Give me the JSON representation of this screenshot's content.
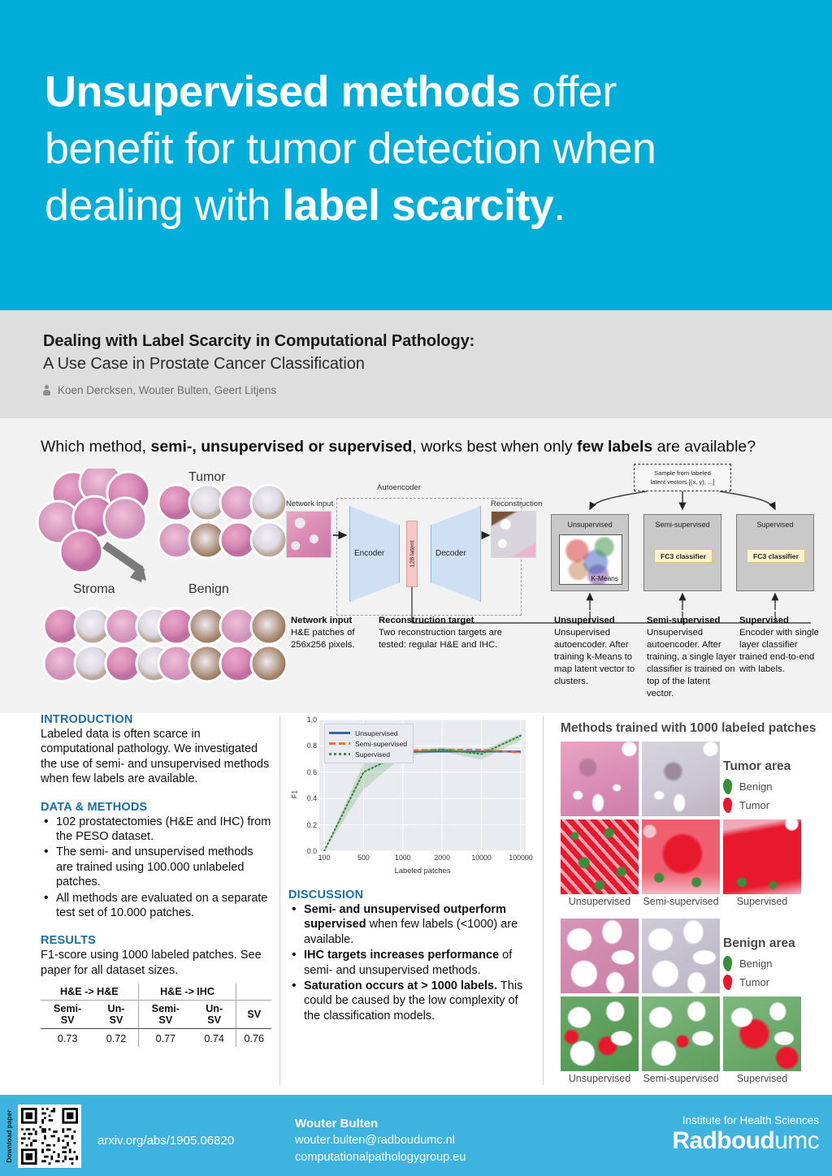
{
  "brand": {
    "cyan": "#00aed9",
    "footer_blue": "#3eb3e0",
    "heading_blue": "#1b6ea8",
    "tumor_red": "#e8192c",
    "benign_green": "#3d8b3d"
  },
  "banner": {
    "line1_bold": "Unsupervised methods",
    "line1_rest": " offer",
    "line2": "benefit for tumor detection when",
    "line3_pre": "dealing with ",
    "line3_bold": "label scarcity",
    "line3_post": "."
  },
  "subhead": {
    "title_line1": "Dealing with Label Scarcity in Computational Pathology:",
    "title_line2": "A Use Case in Prostate Cancer Classification",
    "authors": "Koen Dercksen, Wouter Bulten, Geert Litjens"
  },
  "question": {
    "pre": "Which method, ",
    "bold1": "semi-, unsupervised or supervised",
    "mid": ", works best when only ",
    "bold2": "few labels",
    "post": " are available?"
  },
  "montage": {
    "labels": {
      "tumor": "Tumor",
      "stroma": "Stroma",
      "benign": "Benign"
    }
  },
  "architecture": {
    "autoencoder_label": "Autoencoder",
    "encoder": "Encoder",
    "decoder": "Decoder",
    "latent": "128 latent",
    "network_input": "Network input",
    "reconstruction": "Reconstruction",
    "sample_box_line1": "Sample from labeled",
    "sample_box_line2": "latent vectors [(x, y), ...]",
    "methods": [
      {
        "title": "Unsupervised",
        "inner": "K-Means",
        "kind": "kmeans"
      },
      {
        "title": "Semi-supervised",
        "inner": "FC3 classifier",
        "kind": "fc3"
      },
      {
        "title": "Supervised",
        "inner": "FC3 classifier",
        "kind": "fc3"
      }
    ]
  },
  "captions": [
    {
      "head": "Network input",
      "body": "H&E patches of 256x256 pixels."
    },
    {
      "head": "Reconstruction target",
      "body": "Two reconstruction targets are tested: regular H&E and IHC."
    },
    {
      "head": "Unsupervised",
      "body": "Unsupervised autoencoder. After training k-Means to map latent vector to clusters."
    },
    {
      "head": "Semi-supervised",
      "body": "Unsupervised autoencoder. After training, a single layer classifier is trained on top of the latent vector."
    },
    {
      "head": "Supervised",
      "body": "Encoder with single layer classifier trained end-to-end with labels."
    }
  ],
  "introduction": {
    "heading": "INTRODUCTION",
    "body": "Labeled data is often scarce in computational pathology. We investigated the use of semi- and unsupervised methods when few labels are available."
  },
  "data_methods": {
    "heading": "DATA & METHODS",
    "bullets": [
      "102 prostatectomies (H&E and IHC) from the PESO dataset.",
      "The semi- and unsupervised methods are trained using 100.000 unlabeled patches.",
      "All methods are evaluated on a separate test set of 10.000 patches."
    ]
  },
  "results": {
    "heading": "RESULTS",
    "body": "F1-score using 1000 labeled patches. See paper for all dataset sizes.",
    "table": {
      "group_headers": [
        "H&E -> H&E",
        "H&E -> IHC",
        ""
      ],
      "column_headers": [
        "Semi-SV",
        "Un-SV",
        "Semi-SV",
        "Un-SV",
        "SV"
      ],
      "values": [
        "0.73",
        "0.72",
        "0.77",
        "0.74",
        "0.76"
      ]
    }
  },
  "discussion": {
    "heading": "DISCUSSION",
    "bullets": [
      {
        "bold": "Semi- and unsupervised outperform supervised",
        "rest": " when few labels (<1000) are available."
      },
      {
        "bold": "IHC targets increases performance",
        "rest": " of semi- and unsupervised methods."
      },
      {
        "bold": "Saturation occurs at > 1000 labels.",
        "rest": " This could be caused by the low complexity of the classification models."
      }
    ]
  },
  "right_panel": {
    "title": "Methods trained with 1000 labeled patches",
    "tumor_legend": {
      "title": "Tumor area",
      "benign": "Benign",
      "tumor": "Tumor"
    },
    "benign_legend": {
      "title": "Benign area",
      "benign": "Benign",
      "tumor": "Tumor"
    },
    "captions": [
      "Unsupervised",
      "Semi-supervised",
      "Supervised"
    ]
  },
  "footer": {
    "download_label": "Download paper",
    "arxiv": "arxiv.org/abs/1905.06820",
    "contact_name": "Wouter Bulten",
    "contact_email": "wouter.bulten@radboudumc.nl",
    "contact_site": "computationalpathologygroup.eu",
    "institute": "Institute for Health Sciences",
    "logo_bold": "Radboud",
    "logo_thin": "umc"
  },
  "chart_data": {
    "type": "line",
    "title": "",
    "xlabel": "Labeled patches",
    "ylabel": "F1",
    "x": [
      100,
      500,
      1000,
      2000,
      10000,
      100000
    ],
    "xtick_labels": [
      "100",
      "500",
      "1000",
      "2000",
      "10000",
      "100000"
    ],
    "ytick_labels": [
      "0.0",
      "0.2",
      "0.4",
      "0.6",
      "0.8",
      "1.0"
    ],
    "ylim": [
      0.0,
      1.0
    ],
    "grid": true,
    "legend_position": "upper left",
    "series": [
      {
        "name": "Unsupervised",
        "color": "#3465a8",
        "style": "solid",
        "values": [
          0.715,
          0.745,
          0.755,
          0.757,
          0.757,
          0.757
        ],
        "band_low": [
          0.705,
          0.738,
          0.75,
          0.752,
          0.752,
          0.752
        ],
        "band_high": [
          0.725,
          0.752,
          0.76,
          0.762,
          0.762,
          0.762
        ]
      },
      {
        "name": "Semi-supervised",
        "color": "#e8743b",
        "style": "dashed",
        "values": [
          0.687,
          0.748,
          0.765,
          0.772,
          0.772,
          0.748
        ],
        "band_low": [
          0.665,
          0.74,
          0.758,
          0.766,
          0.766,
          0.738
        ],
        "band_high": [
          0.705,
          0.756,
          0.772,
          0.778,
          0.778,
          0.76
        ]
      },
      {
        "name": "Supervised",
        "color": "#3a923a",
        "style": "dotted",
        "values": [
          0.0,
          0.6,
          0.745,
          0.772,
          0.738,
          0.878
        ],
        "band_low": [
          0.0,
          0.47,
          0.72,
          0.758,
          0.695,
          0.845
        ],
        "band_high": [
          0.0,
          0.665,
          0.762,
          0.788,
          0.762,
          0.895
        ]
      }
    ]
  }
}
